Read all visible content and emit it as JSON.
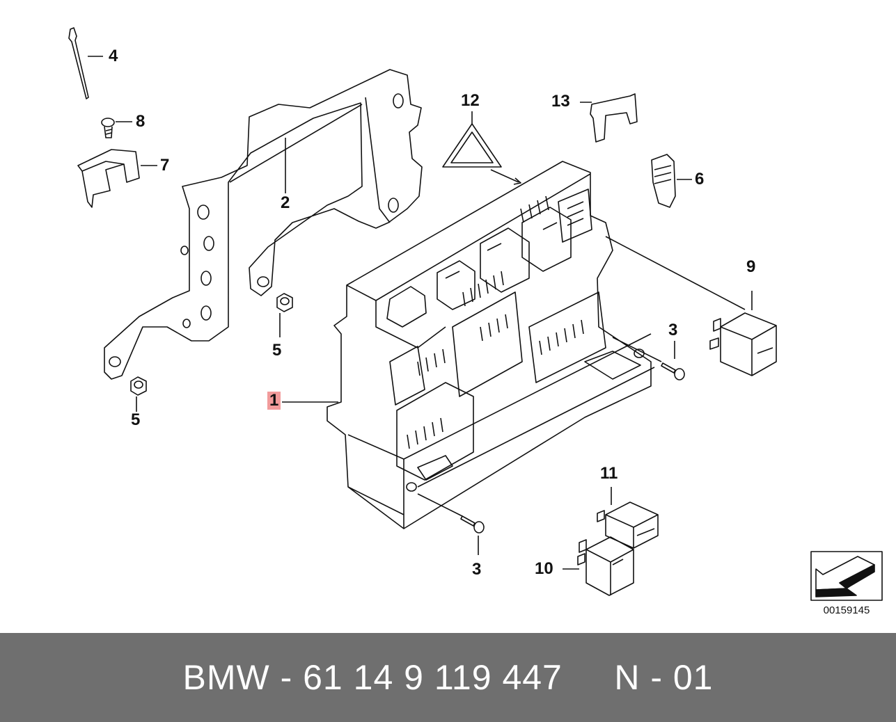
{
  "diagram": {
    "callouts": {
      "c1": "1",
      "c2": "2",
      "c3a": "3",
      "c3b": "3",
      "c4": "4",
      "c5a": "5",
      "c5b": "5",
      "c6": "6",
      "c7": "7",
      "c8": "8",
      "c9": "9",
      "c10": "10",
      "c11": "11",
      "c12": "12",
      "c13": "13"
    },
    "highlighted_callout": "1",
    "code": "00159145"
  },
  "footer": {
    "text": "BMW - 61 14 9 119 447     N - 01"
  },
  "colors": {
    "footer_background": "#6f6f6f",
    "highlight": "#f29b9b",
    "line": "#111111"
  }
}
